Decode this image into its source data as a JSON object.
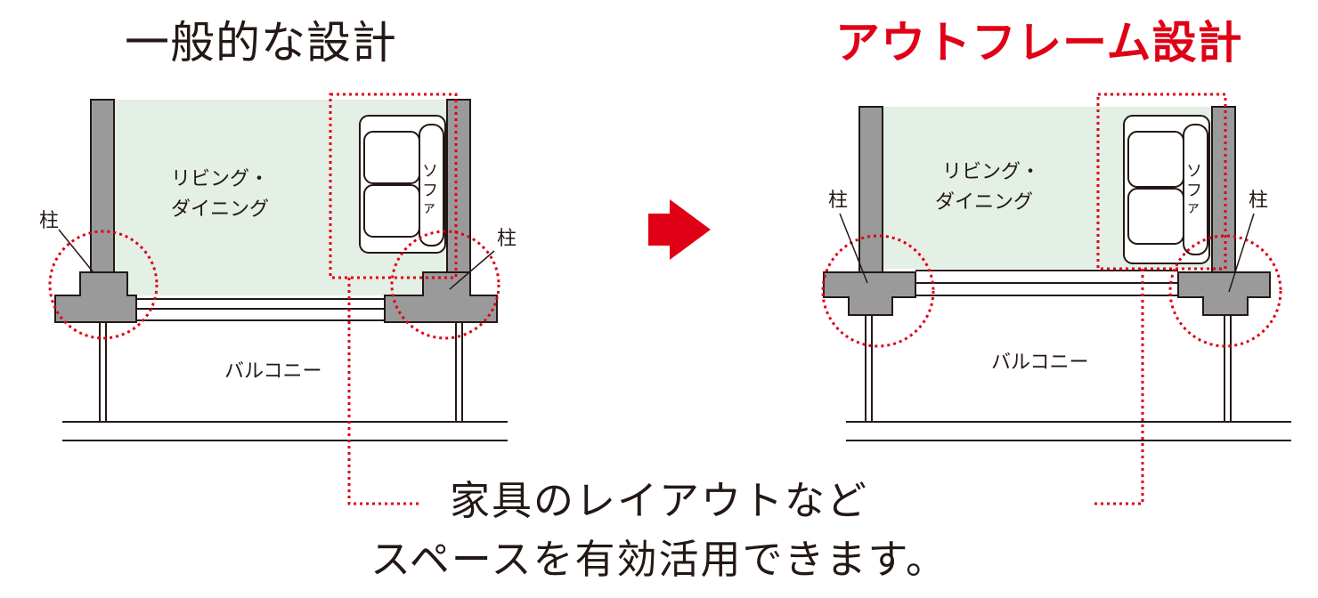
{
  "titles": {
    "general": "一般的な設計",
    "outframe": "アウトフレーム設計"
  },
  "labels": {
    "living": [
      "リビング・",
      "ダイニング"
    ],
    "sofa": [
      "ソ",
      "フ",
      "ァ"
    ],
    "column": "柱",
    "balcony": "バルコニー"
  },
  "caption": {
    "line1": "家具のレイアウトなど",
    "line2": "スペースを有効活用できます。"
  },
  "colors": {
    "accent": "#e00016",
    "room_fill": "#e4efe6",
    "wall_fill": "#9a9a9a",
    "stroke": "#231815"
  },
  "icons": {
    "arrow": "right-arrow-icon"
  }
}
